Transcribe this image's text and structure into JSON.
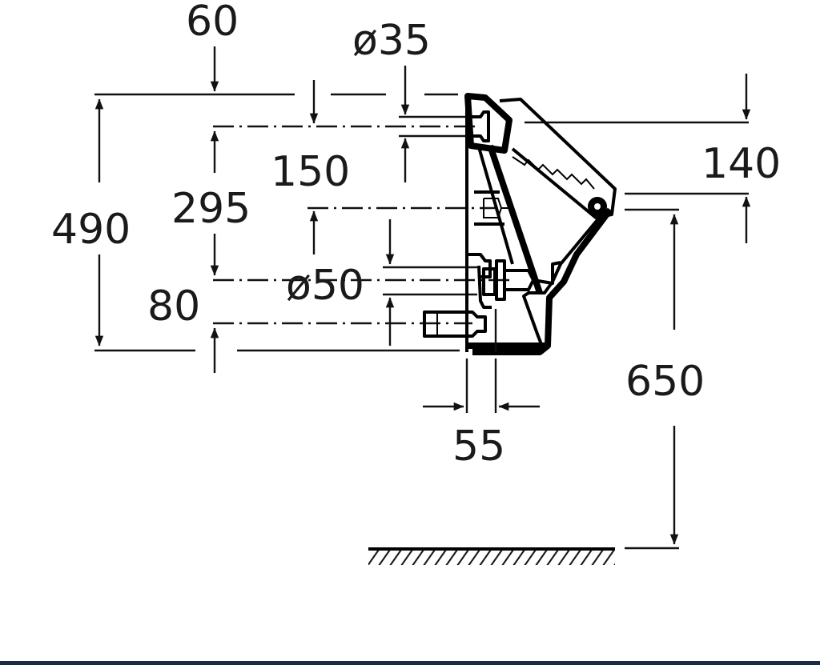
{
  "dimensions": {
    "d60": "60",
    "d35": "ø35",
    "d490": "490",
    "d150": "150",
    "d295": "295",
    "d140": "140",
    "d50": "ø50",
    "d80": "80",
    "d650": "650",
    "d55": "55"
  },
  "colors": {
    "line": "#111111",
    "background": "#ffffff",
    "bottom_bar": "#1c2a4a"
  }
}
